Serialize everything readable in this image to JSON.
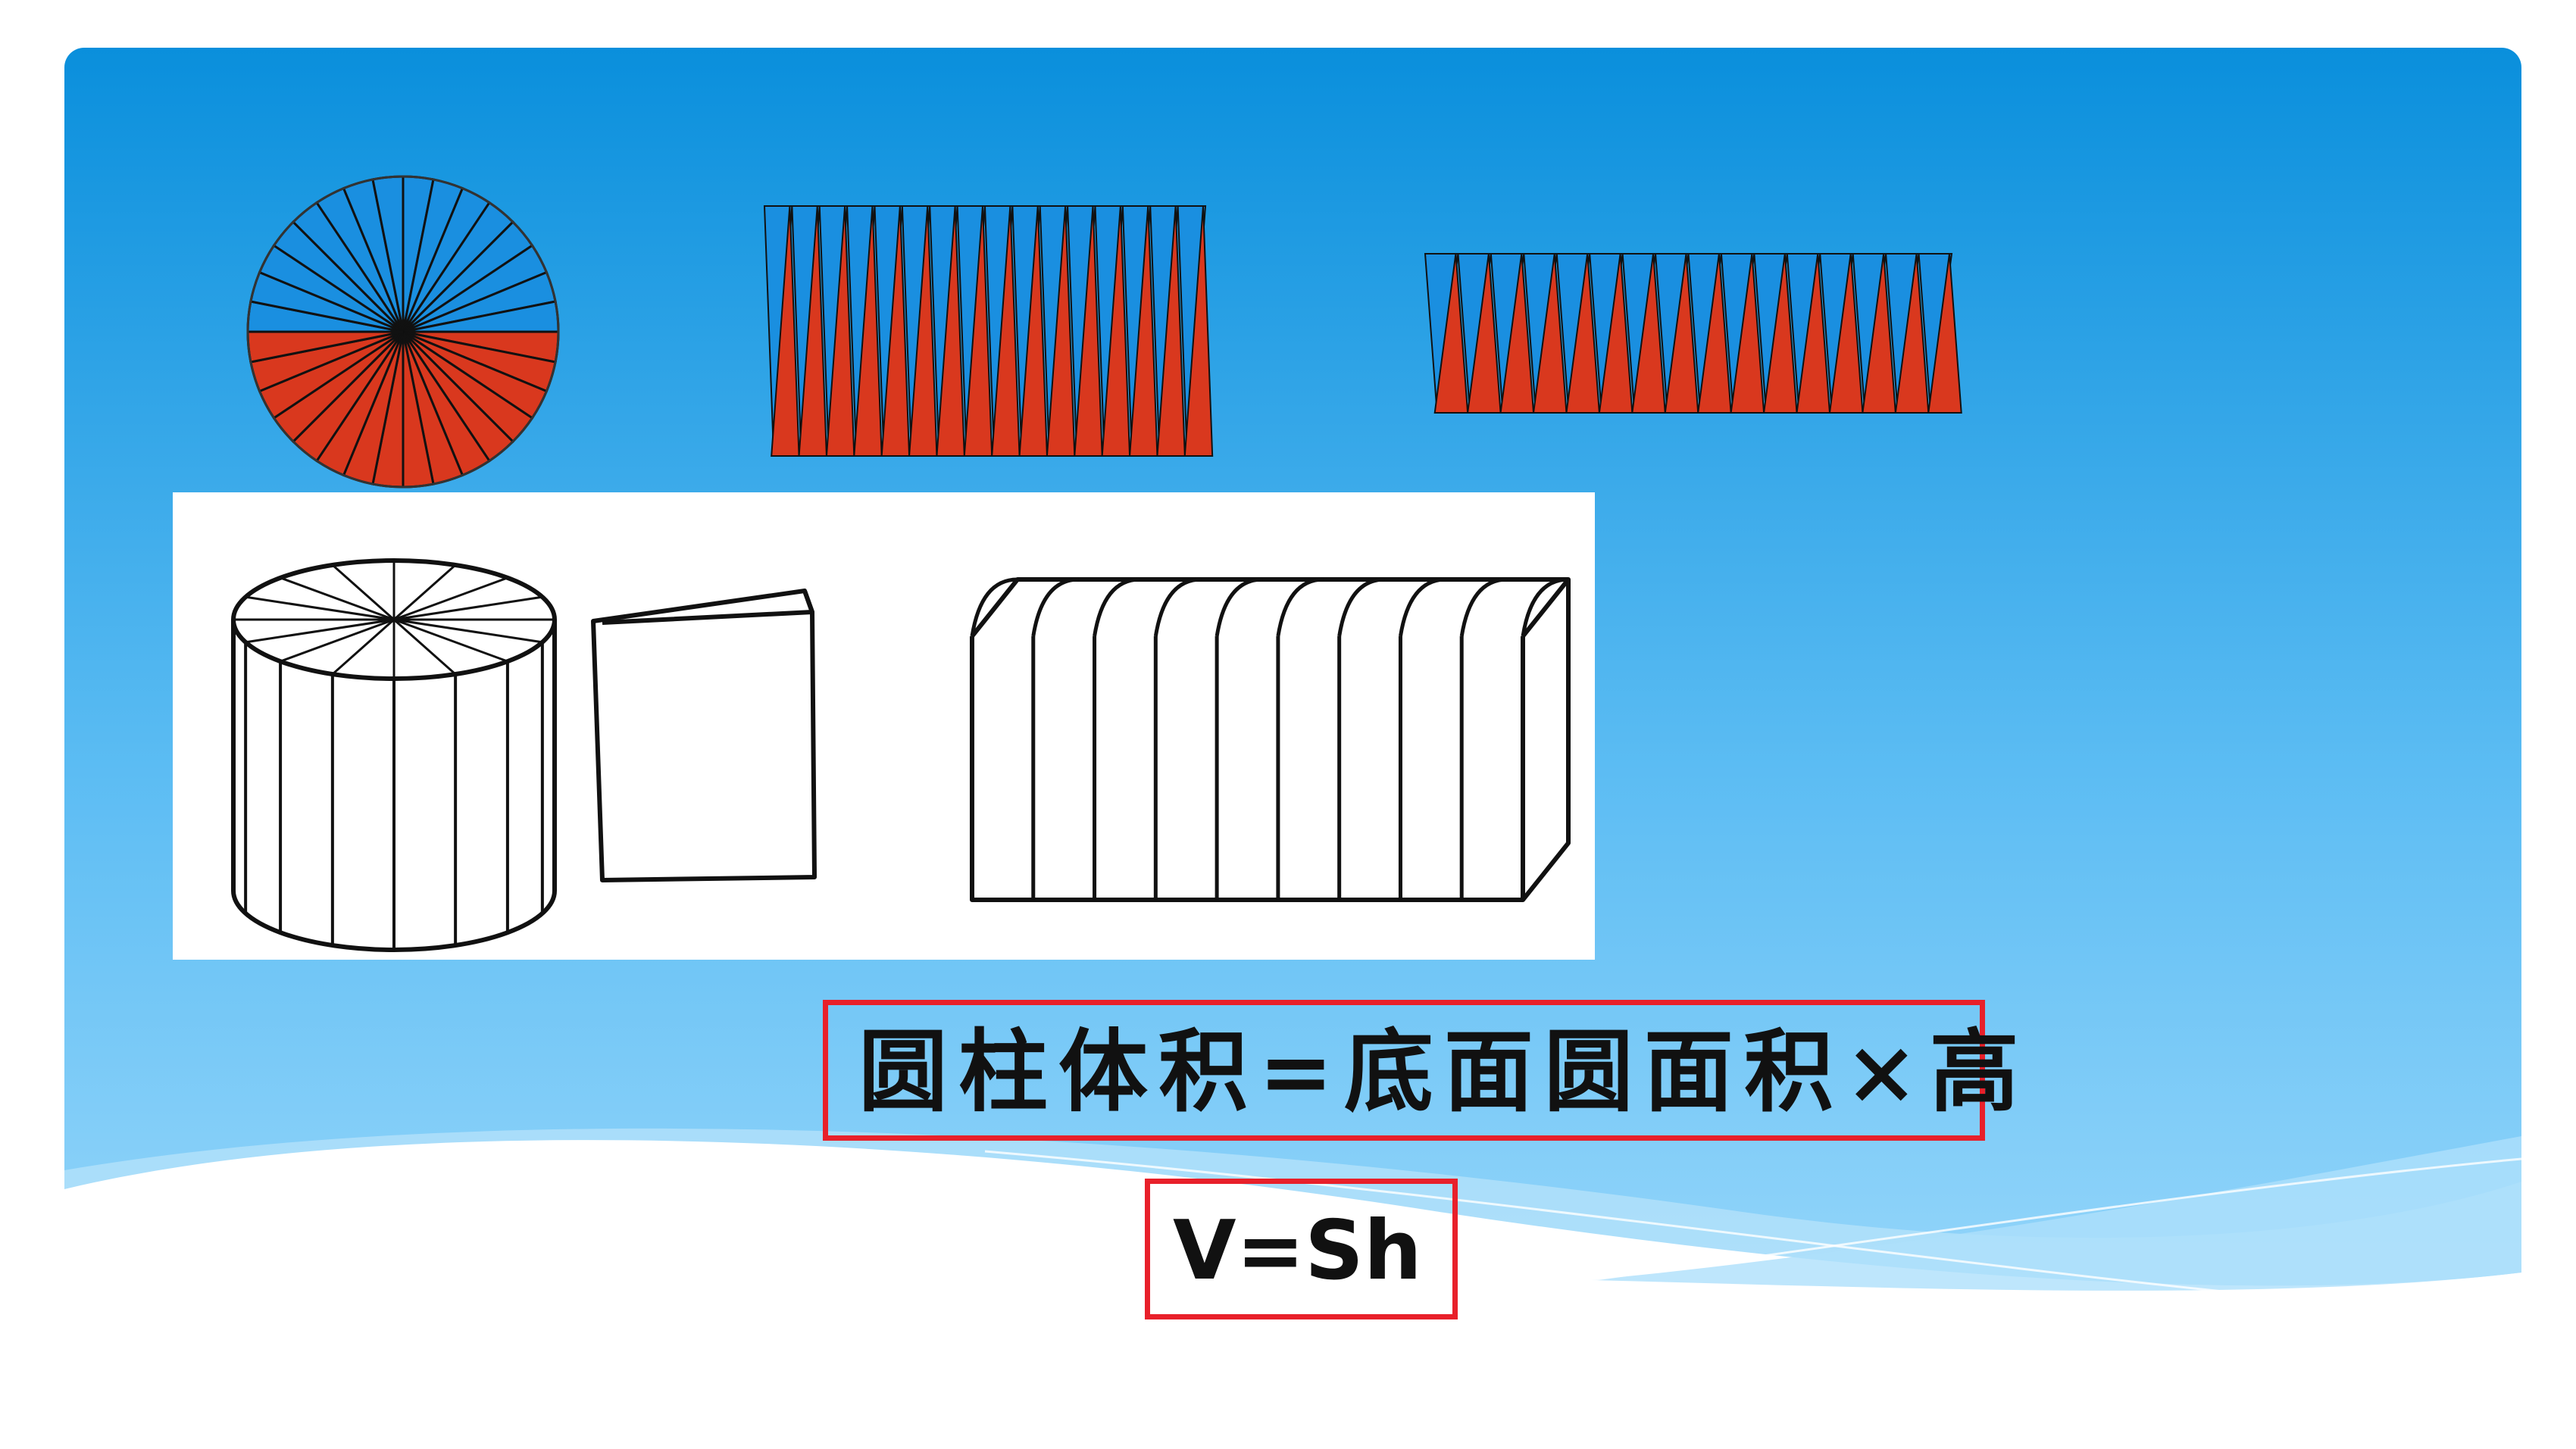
{
  "slide": {
    "formula_text": "圆柱体积=底面圆面积×高",
    "formula_symbolic": "V=Sh"
  },
  "colors": {
    "sky_top": "#0a8fdc",
    "sky_bottom": "#8fd3fb",
    "sector_blue": "#1a8fe0",
    "sector_red": "#d9381e",
    "box_border": "#e8202a"
  },
  "diagram": {
    "circle_sectors": 32,
    "rearranged_strip_teeth": 16,
    "cylinder_slices": 16,
    "prism_slabs": 9
  }
}
